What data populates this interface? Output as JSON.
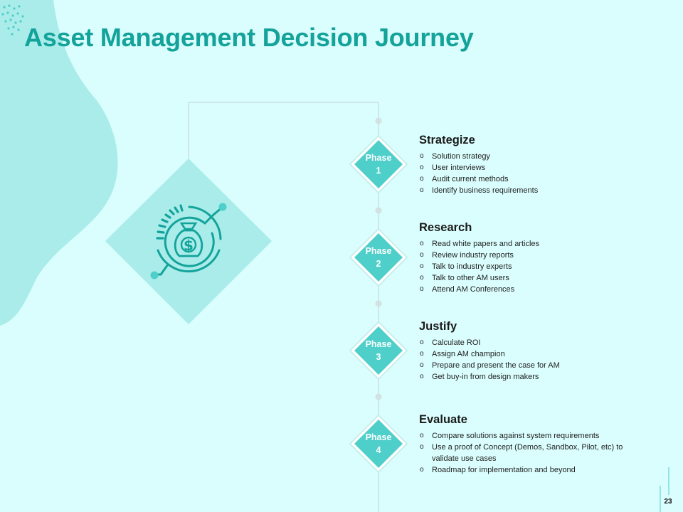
{
  "slide": {
    "title": "Asset Management Decision Journey",
    "page_number": "23",
    "colors": {
      "accent": "#13a39a",
      "diamond": "#4ecfca",
      "background": "#dafdfd",
      "blob": "#a9ecea"
    },
    "hero_icon": "money-bag-dial-icon"
  },
  "phases": [
    {
      "label_top": "Phase",
      "label_bottom": "1",
      "title": "Strategize",
      "items": [
        "Solution strategy",
        "User interviews",
        "Audit current methods",
        "Identify business requirements"
      ]
    },
    {
      "label_top": "Phase",
      "label_bottom": "2",
      "title": "Research",
      "items": [
        "Read white papers and articles",
        "Review industry reports",
        "Talk to industry experts",
        "Talk to other AM users",
        "Attend AM Conferences"
      ]
    },
    {
      "label_top": "Phase",
      "label_bottom": "3",
      "title": "Justify",
      "items": [
        "Calculate ROI",
        "Assign AM champion",
        "Prepare and present the case for AM",
        "Get buy-in from design makers"
      ]
    },
    {
      "label_top": "Phase",
      "label_bottom": "4",
      "title": "Evaluate",
      "items": [
        "Compare solutions against system requirements",
        "Use a proof of Concept (Demos, Sandbox, Pilot, etc) to validate use cases",
        "Roadmap for implementation and beyond"
      ]
    }
  ]
}
